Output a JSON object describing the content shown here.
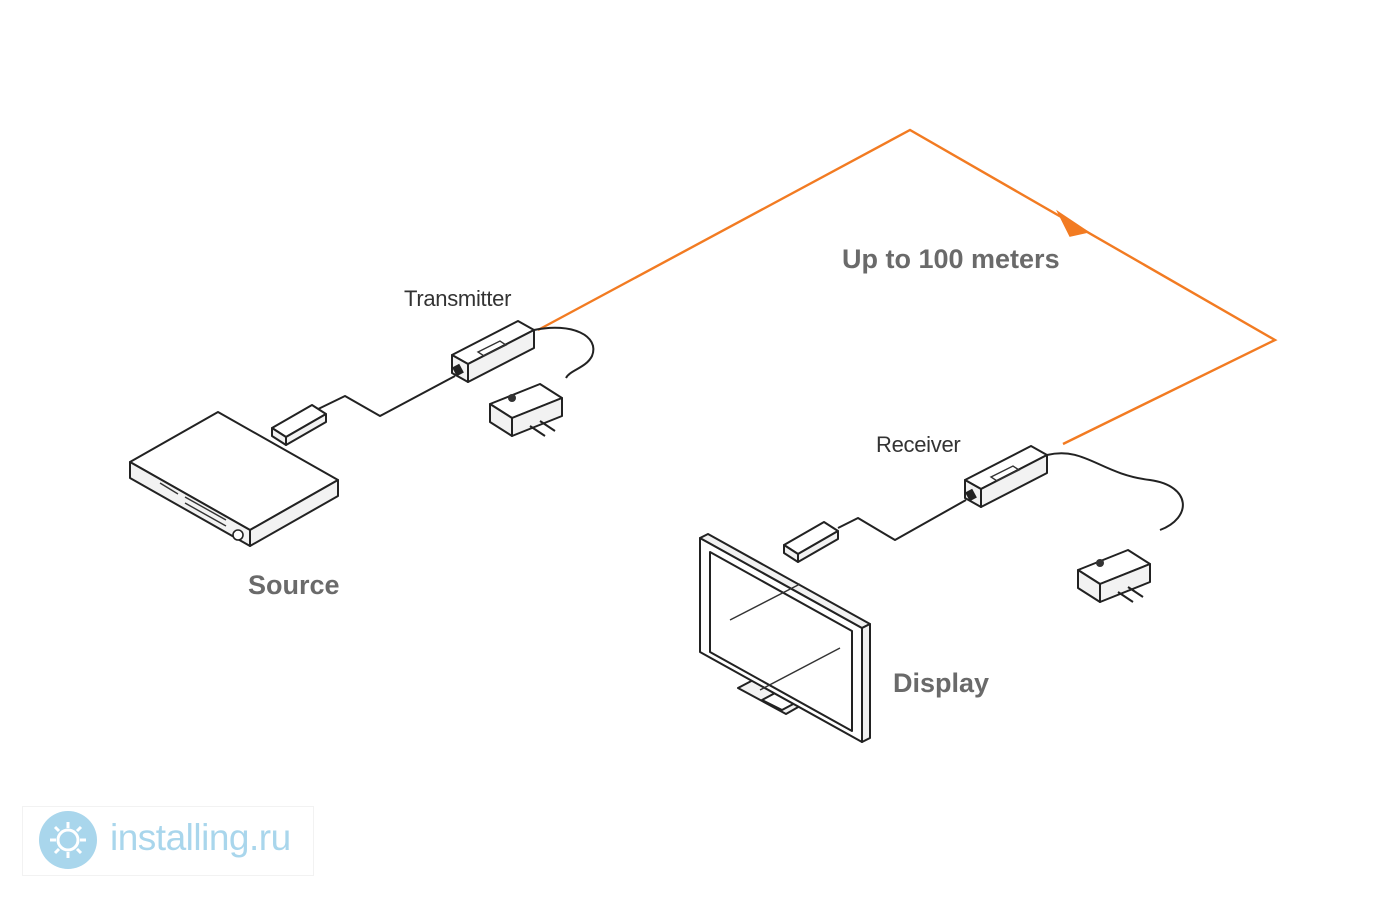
{
  "labels": {
    "transmitter": "Transmitter",
    "receiver": "Receiver",
    "source": "Source",
    "display": "Display",
    "distance": "Up to 100 meters"
  },
  "watermark": {
    "text": "installing.ru"
  },
  "colors": {
    "cable": "#f27b22",
    "label_bold": "#6a6a6a",
    "label_thin": "#333333",
    "watermark": "#a9d6ec"
  }
}
